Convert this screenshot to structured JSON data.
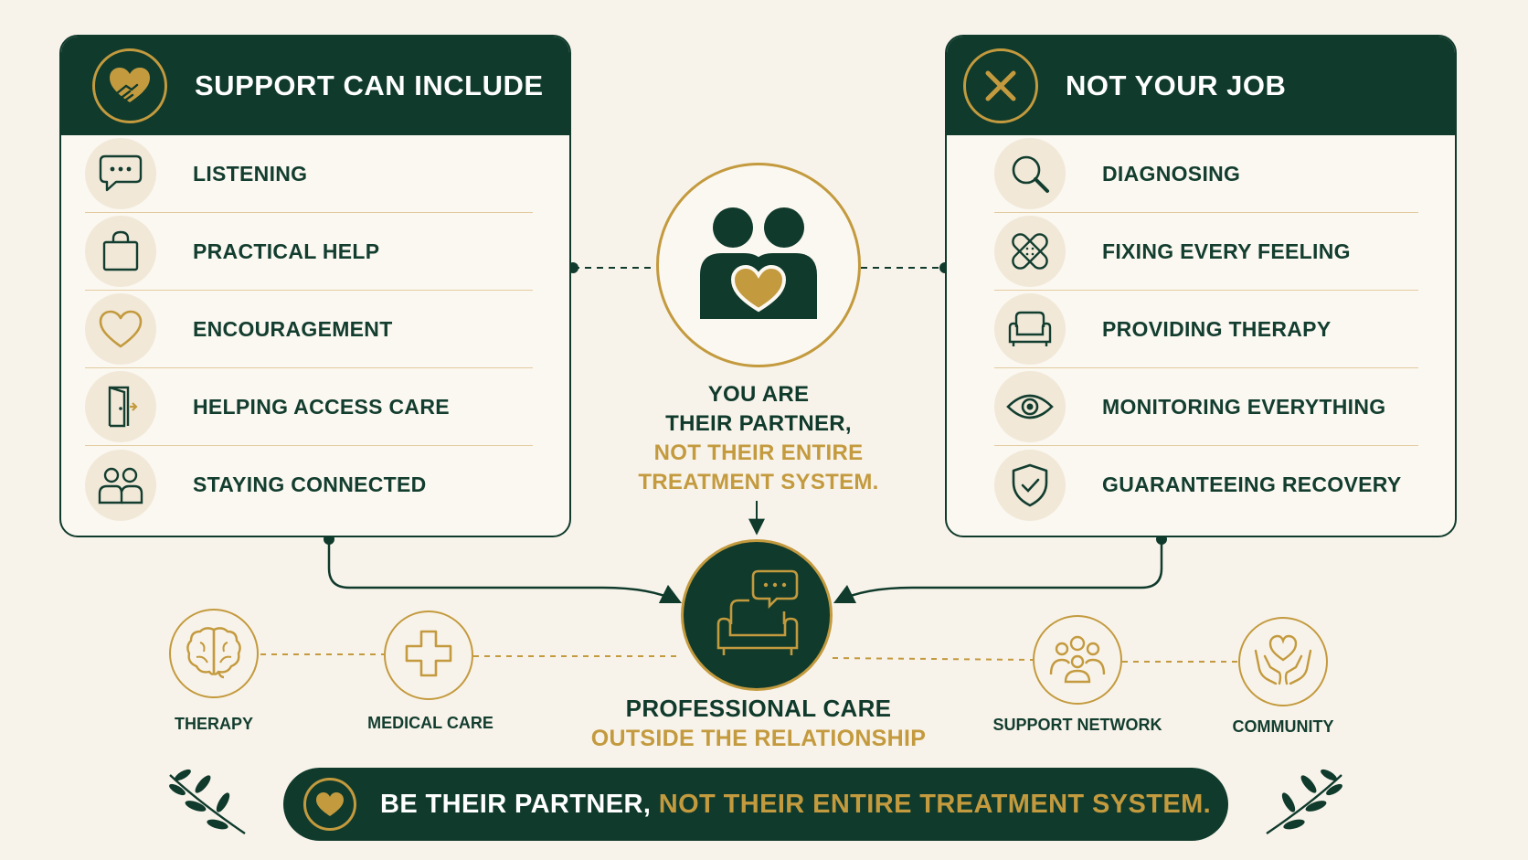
{
  "colors": {
    "dark_green": "#0f3a2c",
    "gold": "#c39a3e",
    "background": "#f8f3ea",
    "panel": "#fbf8f1",
    "icon_bg": "#f1e8d8",
    "divider": "#e3caa0"
  },
  "support_panel": {
    "title": "SUPPORT CAN INCLUDE",
    "icon": "heart-handshake-icon",
    "items": [
      {
        "label": "LISTENING",
        "icon": "speech-bubble-icon"
      },
      {
        "label": "PRACTICAL HELP",
        "icon": "shopping-bag-icon"
      },
      {
        "label": "ENCOURAGEMENT",
        "icon": "heart-icon"
      },
      {
        "label": "HELPING ACCESS CARE",
        "icon": "door-icon"
      },
      {
        "label": "STAYING CONNECTED",
        "icon": "people-icon"
      }
    ]
  },
  "not_job_panel": {
    "title": "NOT YOUR JOB",
    "icon": "x-circle-icon",
    "items": [
      {
        "label": "DIAGNOSING",
        "icon": "magnifier-icon"
      },
      {
        "label": "FIXING EVERY FEELING",
        "icon": "bandage-icon"
      },
      {
        "label": "PROVIDING THERAPY",
        "icon": "armchair-icon"
      },
      {
        "label": "MONITORING EVERYTHING",
        "icon": "eye-icon"
      },
      {
        "label": "GUARANTEEING RECOVERY",
        "icon": "shield-check-icon"
      }
    ]
  },
  "center": {
    "icon": "couple-heart-icon",
    "line1": "YOU ARE",
    "line2": "THEIR PARTNER,",
    "line3": "NOT THEIR ENTIRE",
    "line4": "TREATMENT SYSTEM."
  },
  "professional_care": {
    "icon": "armchair-chat-icon",
    "title": "PROFESSIONAL CARE",
    "subtitle": "OUTSIDE THE RELATIONSHIP"
  },
  "resources": [
    {
      "label": "THERAPY",
      "icon": "brain-icon"
    },
    {
      "label": "MEDICAL CARE",
      "icon": "medical-cross-icon"
    },
    {
      "label": "SUPPORT NETWORK",
      "icon": "group-icon"
    },
    {
      "label": "COMMUNITY",
      "icon": "hands-heart-icon"
    }
  ],
  "banner": {
    "icon": "heart-icon",
    "text_white": "BE THEIR PARTNER,",
    "text_gold": "NOT THEIR ENTIRE TREATMENT SYSTEM."
  }
}
